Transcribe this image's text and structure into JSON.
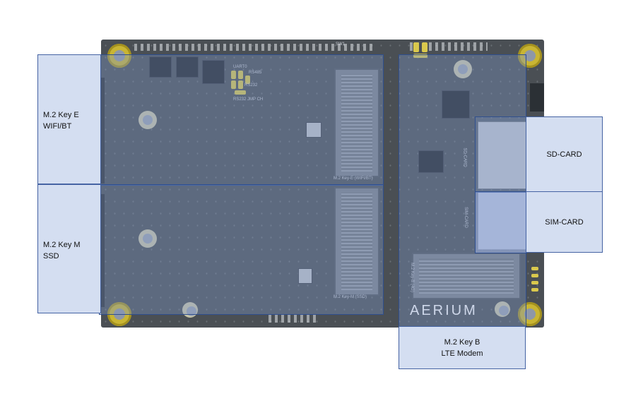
{
  "board": {
    "brand": "AERIUM",
    "silkscreen": {
      "m2_key_e": "M.2 Key-E (WIFI/BT)",
      "m2_key_m": "M.2 Key-M (SSD)",
      "m2_key_b": "M.2 Key-B (4G)",
      "sd_card": "SD-CARD",
      "sim_card": "SIM-CARD",
      "uart0": "UART0",
      "rs232": "RS232",
      "rs485": "RS485",
      "rs232_jmp": "RS232\nJMP CH",
      "sw1": "SW1"
    }
  },
  "callouts": {
    "m2_key_e": {
      "line1": "M.2 Key E",
      "line2": "WIFI/BT"
    },
    "m2_key_m": {
      "line1": "M.2 Key M",
      "line2": "SSD"
    },
    "sd_card": {
      "line1": "SD-CARD"
    },
    "sim_card": {
      "line1": "SIM-CARD"
    },
    "m2_key_b": {
      "line1": "M.2 Key B",
      "line2": "LTE Modem"
    }
  },
  "colors": {
    "overlay_fill": "#7e96c4",
    "label_fill": "#d4def1",
    "border": "#2f4f8f",
    "pcb": "#4a4f54",
    "mounting_gold": "#c9b533"
  }
}
